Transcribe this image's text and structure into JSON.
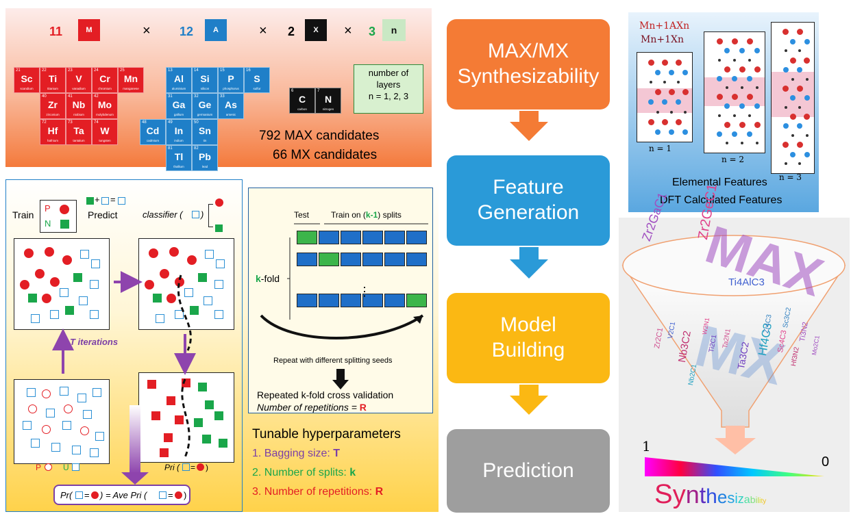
{
  "candidates": {
    "m_count": "11",
    "m_label": "M",
    "a_count": "12",
    "a_label": "A",
    "x_count": "2",
    "x_label": "X",
    "n_count": "3",
    "n_label": "n",
    "times": "×",
    "layers_note": "number of\nlayers\nn = 1, 2, 3",
    "max_total": "792 MAX candidates",
    "mx_total": "66 MX candidates",
    "m_elements": [
      {
        "num": "21",
        "sym": "Sc",
        "name": "scandium"
      },
      {
        "num": "22",
        "sym": "Ti",
        "name": "titanium"
      },
      {
        "num": "23",
        "sym": "V",
        "name": "vanadium"
      },
      {
        "num": "24",
        "sym": "Cr",
        "name": "chromium"
      },
      {
        "num": "25",
        "sym": "Mn",
        "name": "manganese"
      },
      {
        "num": "40",
        "sym": "Zr",
        "name": "zirconium"
      },
      {
        "num": "41",
        "sym": "Nb",
        "name": "niobium"
      },
      {
        "num": "42",
        "sym": "Mo",
        "name": "molybdenum"
      },
      {
        "num": "72",
        "sym": "Hf",
        "name": "hafnium"
      },
      {
        "num": "73",
        "sym": "Ta",
        "name": "tantalum"
      },
      {
        "num": "74",
        "sym": "W",
        "name": "tungsten"
      }
    ],
    "a_elements": [
      {
        "num": "13",
        "sym": "Al",
        "name": "aluminium"
      },
      {
        "num": "14",
        "sym": "Si",
        "name": "silicon"
      },
      {
        "num": "15",
        "sym": "P",
        "name": "phosphorus"
      },
      {
        "num": "16",
        "sym": "S",
        "name": "sulfur"
      },
      {
        "num": "31",
        "sym": "Ga",
        "name": "gallium"
      },
      {
        "num": "32",
        "sym": "Ge",
        "name": "germanium"
      },
      {
        "num": "33",
        "sym": "As",
        "name": "arsenic"
      },
      {
        "num": "48",
        "sym": "Cd",
        "name": "cadmium"
      },
      {
        "num": "49",
        "sym": "In",
        "name": "indium"
      },
      {
        "num": "50",
        "sym": "Sn",
        "name": "tin"
      },
      {
        "num": "81",
        "sym": "Tl",
        "name": "thallium"
      },
      {
        "num": "82",
        "sym": "Pb",
        "name": "lead"
      }
    ],
    "x_elements": [
      {
        "num": "6",
        "sym": "C",
        "name": "carbon"
      },
      {
        "num": "7",
        "sym": "N",
        "name": "nitrogen"
      }
    ]
  },
  "flow": {
    "step1": "MAX/MX\nSynthesizability",
    "step2": "Feature\nGeneration",
    "step3": "Model\nBuilding",
    "step4": "Prediction",
    "colors": {
      "step1": "#f47b35",
      "step2": "#2a9ad8",
      "step3": "#fbb813",
      "step4": "#9e9e9e"
    }
  },
  "structures": {
    "formula_max": "Mn+1AXn",
    "formula_mx": "Mn+1Xn",
    "n1": "n = 1",
    "n2": "n = 2",
    "n3": "n = 3",
    "features1": "Elemental Features",
    "features2": "DFT Calculated Features"
  },
  "pu_learning": {
    "train_label": "Train",
    "p_letter": "P",
    "n_letter": "N",
    "predict_label": "Predict",
    "classifier_label": "classifier (",
    "classifier_end": ")",
    "eq_plus": "+",
    "eq_equals": "=",
    "iterations": "T iterations",
    "legend_p": "P",
    "legend_u": "U",
    "pri_label": "Pri (",
    "pri_eq": "=",
    "pri_end": ")",
    "ave_formula_left": "Pr(",
    "ave_formula_mid": "=",
    "ave_formula_right": ") = Ave Pri (",
    "ave_formula_end": "=",
    "ave_close": ")"
  },
  "kfold": {
    "test_label": "Test",
    "train_label_pre": "Train on (",
    "train_label_k": "k-1",
    "train_label_post": ") splits",
    "kfold_k": "k",
    "kfold_rest": "-fold",
    "dots": "⋮",
    "repeat_text": "Repeat with different splitting seeds",
    "repeated_title": "Repeated k-fold cross validation",
    "repetitions_label": "Number of repetitions = ",
    "repetitions_var": "R"
  },
  "hyper": {
    "title": "Tunable hyperparameters",
    "item1": "1. Bagging size: ",
    "item1_var": "T",
    "item2": "2. Number of splits: ",
    "item2_var": "k",
    "item3": "3. Number of repetitions: ",
    "item3_var": "R"
  },
  "wordcloud": {
    "big1": "MAX",
    "big2": "MX",
    "words": [
      "Zr2GaC1",
      "Zr2GeC1",
      "Ti4AlC3",
      "Hf4C3",
      "Nb3C2",
      "Ta3C2",
      "Zr2C1",
      "Sc3C2",
      "Ti3N2",
      "Sc4C3",
      "V2C1",
      "Nb2C1",
      "Hf3N2",
      "Ti2C1",
      "Ta2N1",
      "Zr4C3",
      "Mo2C1",
      "W2N1"
    ],
    "scale_high": "1",
    "scale_low": "0",
    "synth_word": "Synthesizability"
  }
}
